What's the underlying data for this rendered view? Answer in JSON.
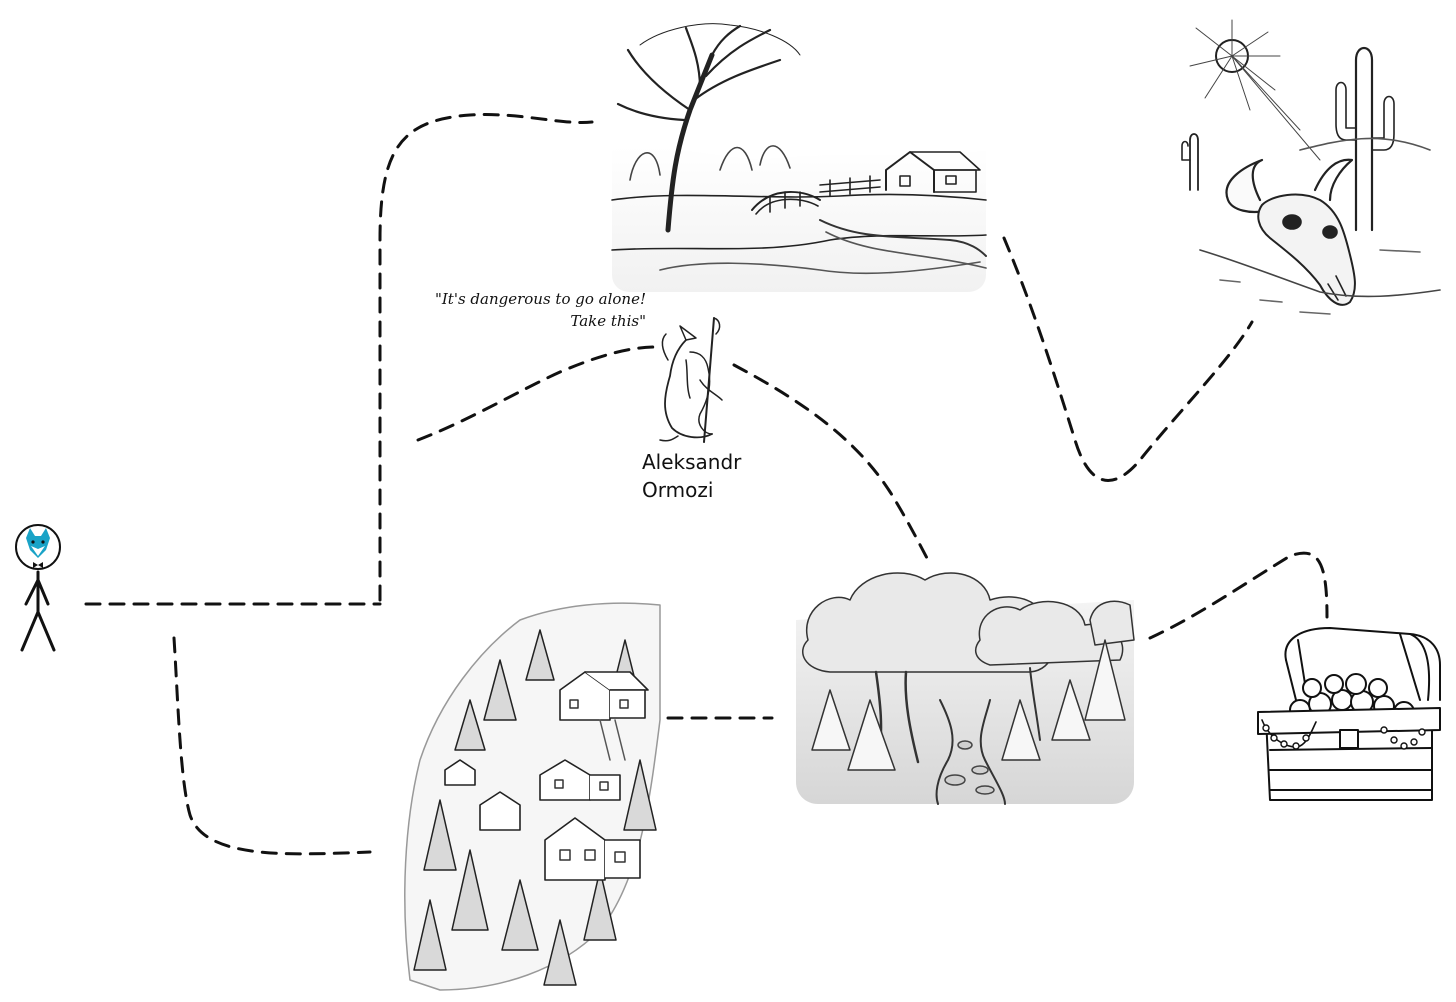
{
  "diagram": {
    "type": "adventure-map",
    "line_color": "#111111",
    "accent_color": "#1aa3c7",
    "nodes": [
      {
        "id": "hero",
        "icon": "stick-figure-fox-head-icon"
      },
      {
        "id": "countryside",
        "icon": "countryside-bridge-house-sketch"
      },
      {
        "id": "desert",
        "icon": "desert-skull-cactus-sketch"
      },
      {
        "id": "wizard",
        "icon": "wizard-sketch"
      },
      {
        "id": "forest",
        "icon": "forest-stream-sketch"
      },
      {
        "id": "village",
        "icon": "hillside-village-sketch"
      },
      {
        "id": "treasure",
        "icon": "treasure-chest-sketch"
      }
    ],
    "paths": [
      {
        "from": "hero",
        "to": "countryside"
      },
      {
        "from": "hero",
        "to": "village"
      },
      {
        "from": "countryside",
        "to": "desert"
      },
      {
        "from": "wizard",
        "to": "forest"
      },
      {
        "from": "village",
        "to": "forest"
      },
      {
        "from": "forest",
        "to": "treasure"
      }
    ]
  },
  "wizard": {
    "quote_line1": "\"It's dangerous to go alone!",
    "quote_line2": "Take this\"",
    "name_line1": "Aleksandr",
    "name_line2": "Ormozi"
  }
}
